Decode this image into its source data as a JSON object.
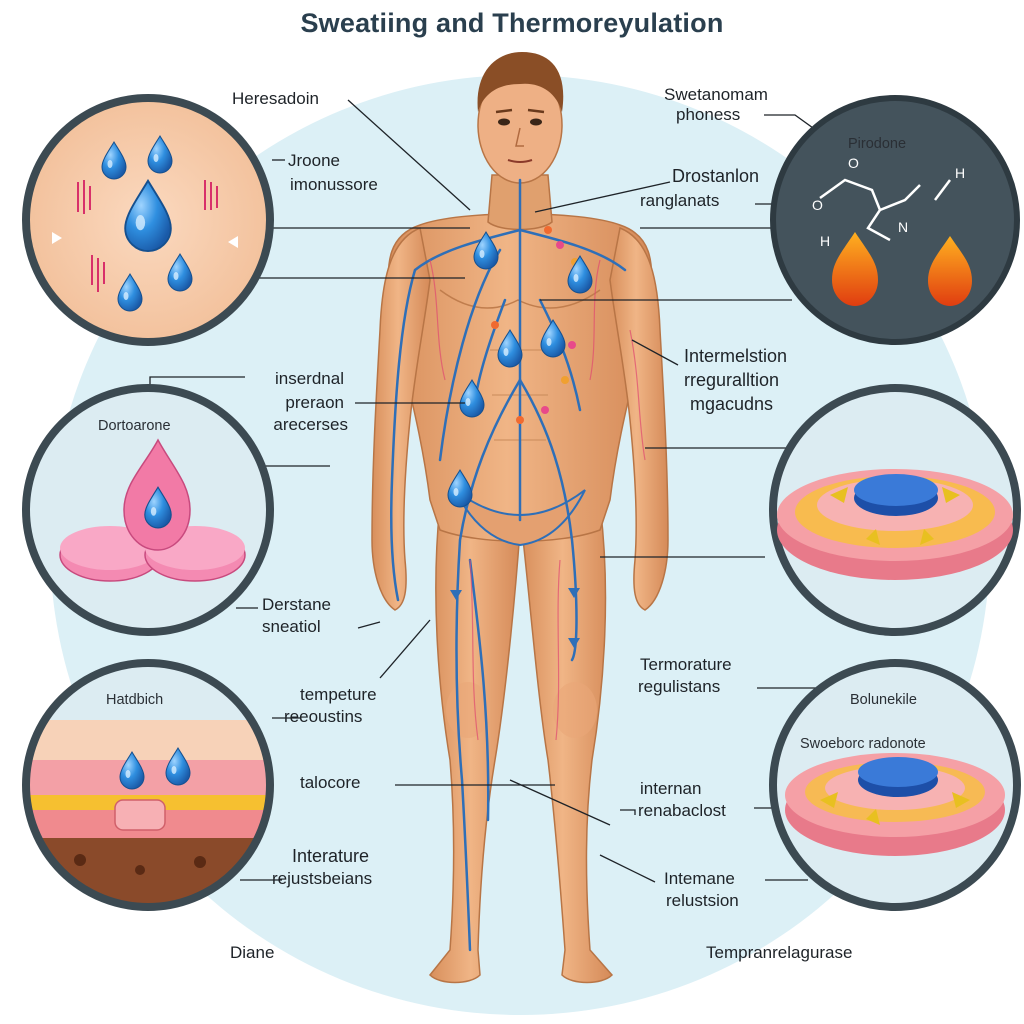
{
  "title": "Sweatiing and Thermoreyulation",
  "labels": {
    "heresadoin": "Heresadoin",
    "jroone": "Jroone",
    "imonussore": "imonussore",
    "swetanomam": "Swetanomam",
    "phoness": "phoness",
    "drostanlon": "Drostanlon",
    "ranglanats": "ranglanats",
    "inserdnal": "inserdnal",
    "preraon": "preraon",
    "arecerses": "arecerses",
    "intermelstion": "Intermelstion",
    "rreguralltion": "rreguralltion",
    "mgacudns": "mgacudns",
    "derstane": "Derstane",
    "sneatiol": "sneatiol",
    "tempeture": "tempeture",
    "reeoustins": "reeoustins",
    "termorature": "Termorature",
    "regulistans": "regulistans",
    "talocore": "talocore",
    "internan": "internan",
    "renabaclost": "renabaclost",
    "interature": "Interature",
    "rejustsbeians": "rejustsbeians",
    "intemane": "Intemane",
    "relustion": "relustsion",
    "diane": "Diane",
    "tempranre": "Tempranrelagurase"
  },
  "circles": {
    "molecule": "Pirodone",
    "pills": "Dortoarone",
    "skin": "Hatdbich",
    "disc_bottom": "Bolunekile",
    "disc_bottom_sub": "Swoeborc  radonote"
  },
  "colors": {
    "background_circle": "#dcf0f6",
    "skin": "#e8a776",
    "vein": "#2e6fb8",
    "drop": "#2f8fe0",
    "circle_ring": "#3c4a52",
    "pill": "#f27aa6",
    "flame": "#f0641e"
  },
  "icons": [
    "sweat-drop-icon",
    "flame-icon",
    "pill-icon",
    "molecule-icon",
    "arrow-icon"
  ]
}
